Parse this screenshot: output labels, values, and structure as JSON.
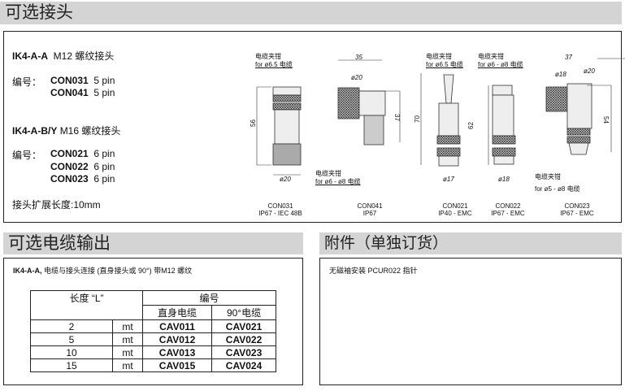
{
  "connectors_section": {
    "title": "可选接头",
    "group1": {
      "model": "IK4-A-A",
      "thread": "M12 螺纹接头",
      "code_label": "编号：",
      "items": [
        {
          "code": "CON031",
          "pins": "5 pin"
        },
        {
          "code": "CON041",
          "pins": "5 pin"
        }
      ]
    },
    "group2": {
      "model": "IK4-A-B/Y",
      "thread": "M16 螺纹接头",
      "code_label": "编号：",
      "items": [
        {
          "code": "CON021",
          "pins": "6 pin"
        },
        {
          "code": "CON022",
          "pins": "6 pin"
        },
        {
          "code": "CON023",
          "pins": "6 pin"
        }
      ]
    },
    "extension": "接头扩展长度:10mm",
    "drawings": [
      {
        "code": "CON031",
        "rating": "IP67 - IEC 48B",
        "clamp": "电缆夹钳",
        "clamp_for": "for ø6.5 电缆",
        "dims": [
          "56",
          "ø20"
        ]
      },
      {
        "code": "CON041",
        "rating": "IP67",
        "clamp": "电缆夹钳",
        "clamp_for": "for ø6 - ø8 电缆",
        "dims": [
          "35",
          "ø20",
          "37"
        ]
      },
      {
        "code": "CON021",
        "rating": "IP40 - EMC",
        "clamp": "电缆夹钳",
        "clamp_for": "for ø6.5 电缆",
        "dims": [
          "70",
          "ø17"
        ]
      },
      {
        "code": "CON022",
        "rating": "IP67 - EMC",
        "clamp": "电缆夹钳",
        "clamp_for": "for ø6 - ø8 电缆",
        "dims": [
          "62",
          "ø18"
        ]
      },
      {
        "code": "CON023",
        "rating": "IP67 - EMC",
        "clamp": "电缆夹钳",
        "clamp_for": "for ø5 - ø8 电缆",
        "dims": [
          "37",
          "ø18",
          "ø20",
          "54"
        ]
      }
    ]
  },
  "cable_section": {
    "title": "可选电缆输出",
    "desc_model": "IK4-A-A,",
    "desc": "电缆与接头连接 (直身接头或  90°) 带M12 螺纹",
    "table": {
      "h_length": "长度 “L”",
      "h_code": "编号",
      "h_straight": "直身电缆",
      "h_90": "90°电缆",
      "rows": [
        [
          "2",
          "mt",
          "CAV011",
          "CAV021"
        ],
        [
          "5",
          "mt",
          "CAV012",
          "CAV022"
        ],
        [
          "10",
          "mt",
          "CAV013",
          "CAV023"
        ],
        [
          "15",
          "mt",
          "CAV015",
          "CAV024"
        ]
      ]
    }
  },
  "accessories_section": {
    "title": "附件（单独订货）",
    "item": "无磁袖安装 PCUR022 指针"
  }
}
